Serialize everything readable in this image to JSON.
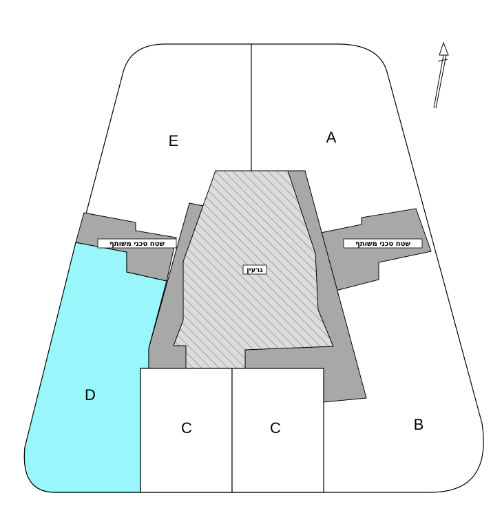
{
  "units": {
    "A": "A",
    "B": "B",
    "C_left": "C",
    "C_right": "C",
    "D": "D",
    "E": "E"
  },
  "labels": {
    "core": "גרעין",
    "shared_left": "שטח טכני משותף",
    "shared_right": "שטח טכני משותף"
  },
  "colors": {
    "unit_d_fill": "#99f6fa",
    "shared_fill": "#a8a8a8",
    "core_fill": "#d9d9d9",
    "outline": "#000000"
  },
  "icons": {
    "north_arrow": "north-arrow-icon"
  }
}
